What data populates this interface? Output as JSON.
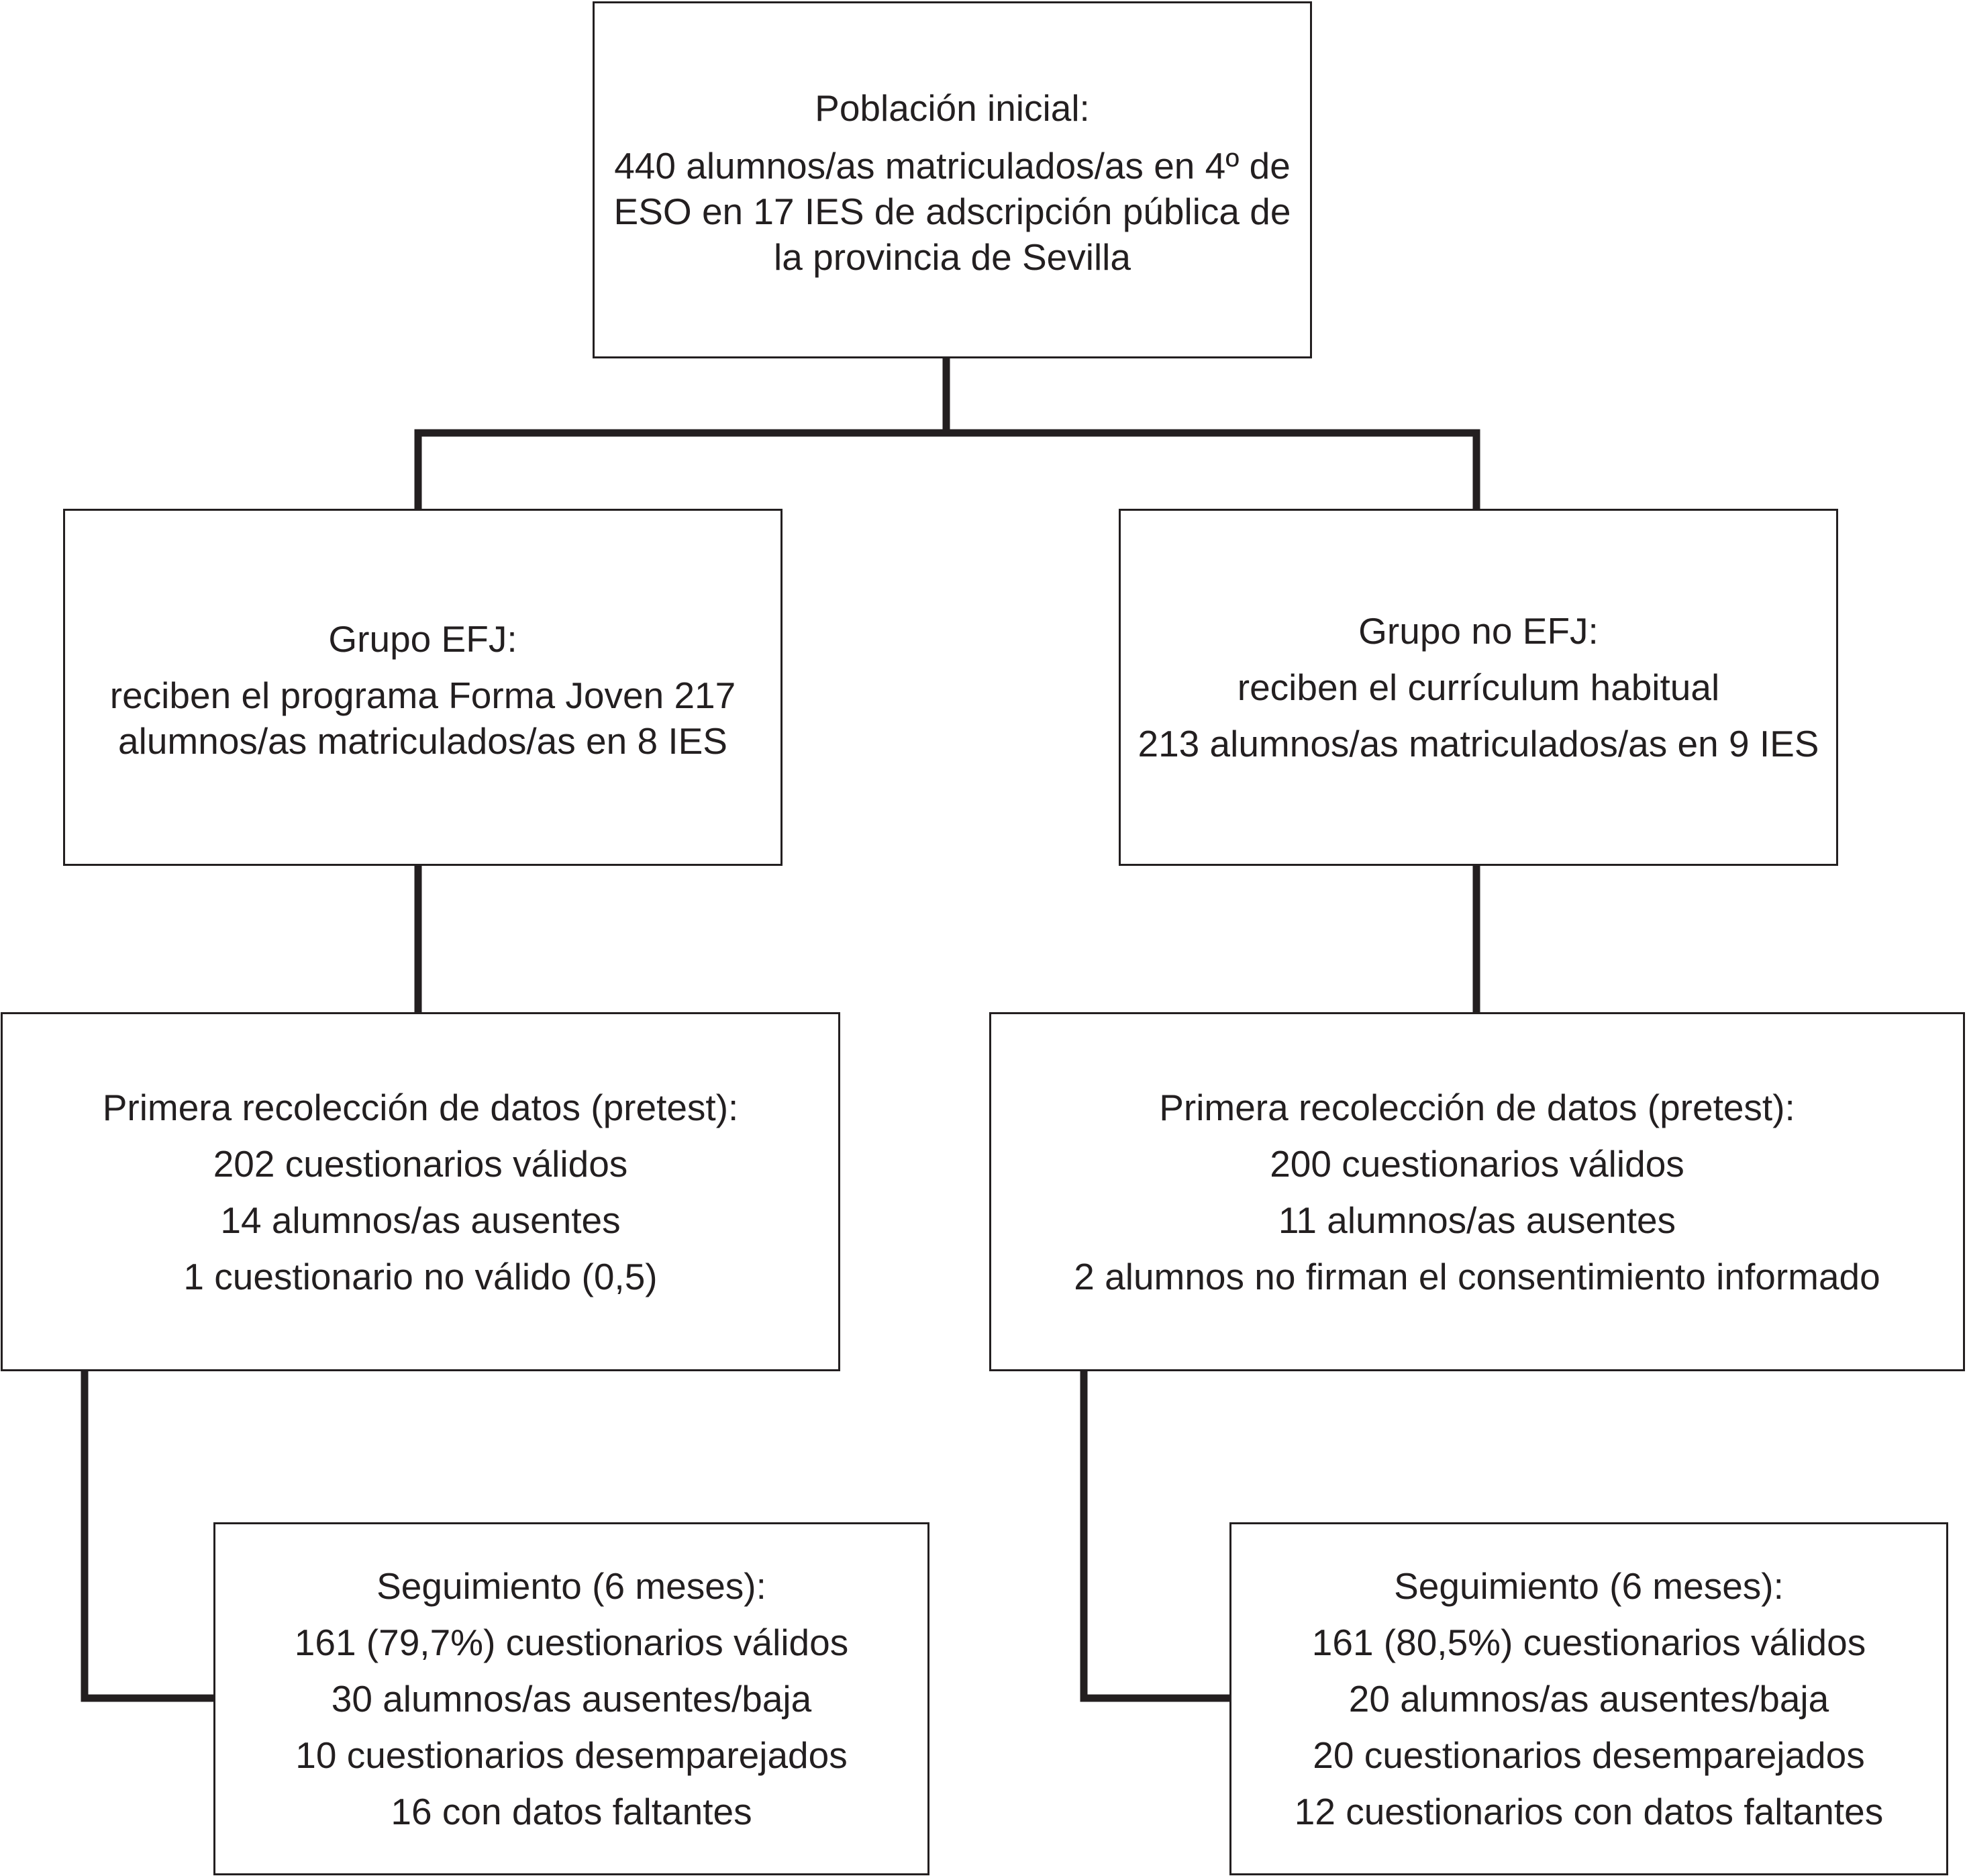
{
  "root": {
    "title": "Población inicial:",
    "lines": [
      "440 alumnos/as matriculados/as en 4º de",
      "ESO en 17 IES de adscripción pública de",
      "la provincia de Sevilla"
    ]
  },
  "efj": {
    "title": "Grupo EFJ:",
    "lines": [
      "reciben el programa Forma Joven 217",
      "alumnos/as matriculados/as en 8 IES"
    ]
  },
  "no_efj": {
    "title": "Grupo no EFJ:",
    "lines": [
      "reciben el currículum habitual",
      "213 alumnos/as matriculados/as en 9 IES"
    ]
  },
  "efj_pretest": {
    "title": "Primera recolección de datos (pretest):",
    "lines": [
      "202 cuestionarios válidos",
      "14 alumnos/as ausentes",
      "1 cuestionario no válido (0,5)"
    ]
  },
  "no_efj_pretest": {
    "title": "Primera recolección de datos (pretest):",
    "lines": [
      "200 cuestionarios válidos",
      "11 alumnos/as ausentes",
      "2 alumnos no firman el consentimiento informado"
    ]
  },
  "efj_followup": {
    "title": "Seguimiento (6 meses):",
    "lines": [
      "161 (79,7%) cuestionarios válidos",
      "30 alumnos/as ausentes/baja",
      "10 cuestionarios desemparejados",
      "16 con datos faltantes"
    ]
  },
  "no_efj_followup": {
    "title": "Seguimiento (6 meses):",
    "lines": [
      "161 (80,5%) cuestionarios válidos",
      "20 alumnos/as ausentes/baja",
      "20 cuestionarios desemparejados",
      "12 cuestionarios con datos faltantes"
    ]
  }
}
